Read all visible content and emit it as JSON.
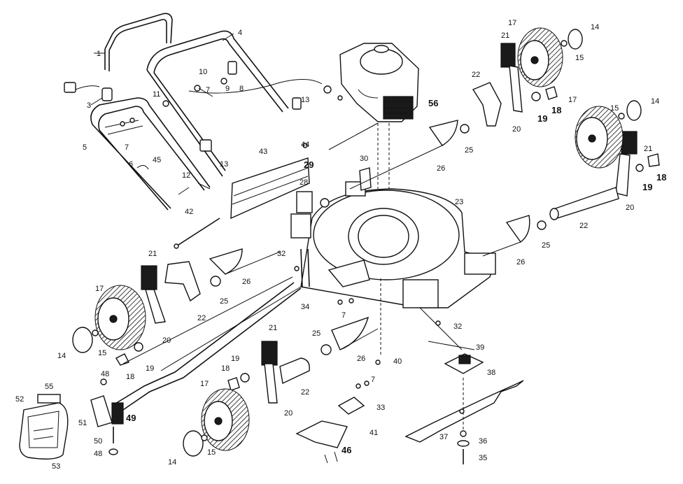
{
  "labels": [
    {
      "id": "1",
      "text": "1"
    },
    {
      "id": "4",
      "text": "4"
    },
    {
      "id": "10",
      "text": "10"
    },
    {
      "id": "7a",
      "text": "7"
    },
    {
      "id": "9",
      "text": "9"
    },
    {
      "id": "8",
      "text": "8"
    },
    {
      "id": "3",
      "text": "3"
    },
    {
      "id": "11",
      "text": "11"
    },
    {
      "id": "13a",
      "text": "13"
    },
    {
      "id": "5",
      "text": "5"
    },
    {
      "id": "7b",
      "text": "7"
    },
    {
      "id": "6",
      "text": "6"
    },
    {
      "id": "45",
      "text": "45"
    },
    {
      "id": "13b",
      "text": "13"
    },
    {
      "id": "12",
      "text": "12"
    },
    {
      "id": "42",
      "text": "42"
    },
    {
      "id": "43",
      "text": "43"
    },
    {
      "id": "44",
      "text": "44"
    },
    {
      "id": "29",
      "text": "29"
    },
    {
      "id": "28",
      "text": "28"
    },
    {
      "id": "30",
      "text": "30"
    },
    {
      "id": "56",
      "text": "56"
    },
    {
      "id": "23",
      "text": "23"
    },
    {
      "id": "26a",
      "text": "26"
    },
    {
      "id": "25a",
      "text": "25"
    },
    {
      "id": "22a",
      "text": "22"
    },
    {
      "id": "21a",
      "text": "21"
    },
    {
      "id": "17a",
      "text": "17"
    },
    {
      "id": "14a",
      "text": "14"
    },
    {
      "id": "15a",
      "text": "15"
    },
    {
      "id": "18a",
      "text": "18"
    },
    {
      "id": "19a",
      "text": "19"
    },
    {
      "id": "20a",
      "text": "20"
    },
    {
      "id": "17b",
      "text": "17"
    },
    {
      "id": "15b",
      "text": "15"
    },
    {
      "id": "14b",
      "text": "14"
    },
    {
      "id": "21b",
      "text": "21"
    },
    {
      "id": "18b",
      "text": "18"
    },
    {
      "id": "19b",
      "text": "19"
    },
    {
      "id": "20b",
      "text": "20"
    },
    {
      "id": "22b",
      "text": "22"
    },
    {
      "id": "25b",
      "text": "25"
    },
    {
      "id": "26b",
      "text": "26"
    },
    {
      "id": "32a",
      "text": "32"
    },
    {
      "id": "26c",
      "text": "26"
    },
    {
      "id": "25c",
      "text": "25"
    },
    {
      "id": "34",
      "text": "34"
    },
    {
      "id": "7c",
      "text": "7"
    },
    {
      "id": "32b",
      "text": "32"
    },
    {
      "id": "21c",
      "text": "21"
    },
    {
      "id": "17c",
      "text": "17"
    },
    {
      "id": "22c",
      "text": "22"
    },
    {
      "id": "14c",
      "text": "14"
    },
    {
      "id": "15c",
      "text": "15"
    },
    {
      "id": "20c",
      "text": "20"
    },
    {
      "id": "19c",
      "text": "19"
    },
    {
      "id": "18c",
      "text": "18"
    },
    {
      "id": "25d",
      "text": "25"
    },
    {
      "id": "26d",
      "text": "26"
    },
    {
      "id": "40",
      "text": "40"
    },
    {
      "id": "39",
      "text": "39"
    },
    {
      "id": "21d",
      "text": "21"
    },
    {
      "id": "19d",
      "text": "19"
    },
    {
      "id": "18d",
      "text": "18"
    },
    {
      "id": "22d",
      "text": "22"
    },
    {
      "id": "20d",
      "text": "20"
    },
    {
      "id": "17d",
      "text": "17"
    },
    {
      "id": "14d",
      "text": "14"
    },
    {
      "id": "15d",
      "text": "15"
    },
    {
      "id": "7d",
      "text": "7"
    },
    {
      "id": "33",
      "text": "33"
    },
    {
      "id": "41",
      "text": "41"
    },
    {
      "id": "46",
      "text": "46"
    },
    {
      "id": "38",
      "text": "38"
    },
    {
      "id": "37",
      "text": "37"
    },
    {
      "id": "36",
      "text": "36"
    },
    {
      "id": "35",
      "text": "35"
    },
    {
      "id": "48a",
      "text": "48"
    },
    {
      "id": "55",
      "text": "55"
    },
    {
      "id": "52",
      "text": "52"
    },
    {
      "id": "51",
      "text": "51"
    },
    {
      "id": "49",
      "text": "49"
    },
    {
      "id": "50",
      "text": "50"
    },
    {
      "id": "48b",
      "text": "48"
    },
    {
      "id": "53",
      "text": "53"
    }
  ]
}
